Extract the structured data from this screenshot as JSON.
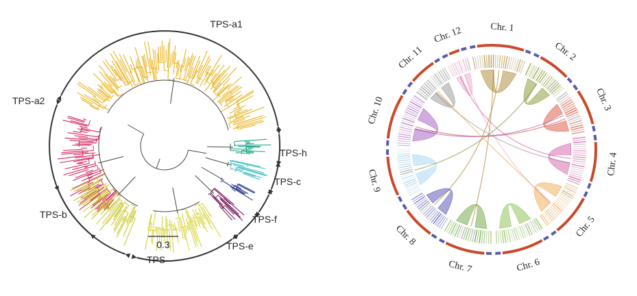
{
  "tree": {
    "clades": [
      {
        "label": "TPS-a1",
        "color": "#e8b21e"
      },
      {
        "label": "TPS-a2",
        "color": "#d6245c"
      },
      {
        "label": "TPS-b",
        "color": "#c7c92a"
      },
      {
        "label": "TPS-",
        "color": "#d8d43c"
      },
      {
        "label": "TPS-e",
        "color": "#7a1f5e"
      },
      {
        "label": "TPS-f",
        "color": "#2a3a8f"
      },
      {
        "label": "TPS-c",
        "color": "#3fbfc0"
      },
      {
        "label": "TPS-h",
        "color": "#1fa88a"
      }
    ],
    "scale_label": "0.3",
    "arc_color": "#333333"
  },
  "circos": {
    "chromosomes": [
      {
        "label": "Chr. 1",
        "color": "#a07a1a"
      },
      {
        "label": "Chr. 2",
        "color": "#7a8a1a"
      },
      {
        "label": "Chr. 3",
        "color": "#d8402a"
      },
      {
        "label": "Chr. 4",
        "color": "#d050a0"
      },
      {
        "label": "Chr. 5",
        "color": "#f0a040"
      },
      {
        "label": "Chr. 6",
        "color": "#7ab83a"
      },
      {
        "label": "Chr. 7",
        "color": "#5a9a2a"
      },
      {
        "label": "Chr. 8",
        "color": "#3a3aaa"
      },
      {
        "label": "Chr. 9",
        "color": "#9ad0f0"
      },
      {
        "label": "Chr. 10",
        "color": "#9a4ab8"
      },
      {
        "label": "Chr. 11",
        "color": "#8a8a8a"
      },
      {
        "label": "Chr. 12",
        "color": "#e8a0c8"
      }
    ],
    "track_red": "#c84a2a",
    "track_blue": "#5a5aaa"
  }
}
